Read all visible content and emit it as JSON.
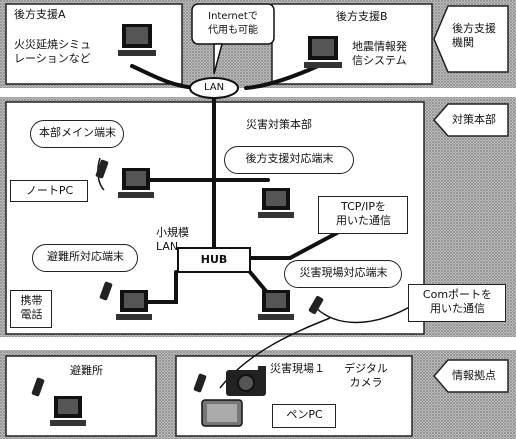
{
  "bands": {
    "top_label": "後方支援\n機関",
    "mid_label": "対策本部",
    "bottom_label": "情報拠点"
  },
  "nodes": {
    "support_a": {
      "title": "後方支援A",
      "desc": "火災延焼シミュ\nレーションなど"
    },
    "internet_note": "Internetで\n代用も可能",
    "support_b": {
      "title": "後方支援B",
      "desc": "地震情報発\n信システム"
    },
    "lan": "LAN",
    "hq_title": "災害対策本部",
    "hq_main_terminal": "本部メイン端末",
    "support_terminal": "後方支援対応端末",
    "notebook_pc": "ノートPC",
    "small_lan": "小規模\nLAN",
    "tcpip_note": "TCP/IPを\n用いた通信",
    "hub": "HUB",
    "shelter_terminal": "避難所対応端末",
    "site_terminal": "災害現場対応端末",
    "mobile_phone": "携帯\n電話",
    "com_note": "Comポートを\n用いた通信",
    "shelter": "避難所",
    "site1": "災害現場１",
    "digital_camera": "デジタル\nカメラ",
    "pen_pc": "ペンPC"
  }
}
